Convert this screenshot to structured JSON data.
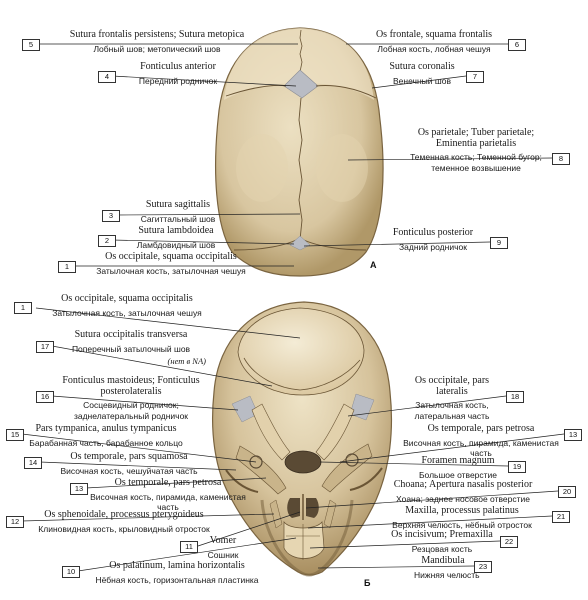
{
  "panels": {
    "top": "А",
    "bottom": "Б"
  },
  "labels": [
    {
      "num": "5",
      "la": "Sutura frontalis persistens; Sutura metopica",
      "ru": "Лобный шов; метопический шов"
    },
    {
      "num": "6",
      "la": "Os frontale, squama frontalis",
      "ru": "Лобная кость, лобная чешуя"
    },
    {
      "num": "4",
      "la": "Fonticulus anterior",
      "ru": "Передний родничок"
    },
    {
      "num": "7",
      "la": "Sutura coronalis",
      "ru": "Венечный шов"
    },
    {
      "num": "8",
      "la": "Os parietale; Tuber parietale; Eminentia parietalis",
      "ru": "Теменная кость; Теменной бугор; теменное возвышение"
    },
    {
      "num": "3",
      "la": "Sutura sagittalis",
      "ru": "Сагиттальный шов"
    },
    {
      "num": "2",
      "la": "Sutura lambdoidea",
      "ru": "Ламбдовидный шов"
    },
    {
      "num": "9",
      "la": "Fonticulus posterior",
      "ru": "Задний родничок"
    },
    {
      "num": "1",
      "la": "Os occipitale, squama occipitalis",
      "ru": "Затылочная кость, затылочная чешуя"
    },
    {
      "num": "1",
      "la": "Os occipitale, squama occipitalis",
      "ru": "Затылочная кость, затылочная чешуя"
    },
    {
      "num": "17",
      "la": "Sutura occipitalis transversa",
      "ru": "Поперечный затылочный шов",
      "note": "(нет в NA)"
    },
    {
      "num": "16",
      "la": "Fonticulus mastoideus; Fonticulus posterolateralis",
      "ru": "Сосцевидный родничок; заднелатеральный родничок"
    },
    {
      "num": "18",
      "la": "Os occipitale, pars lateralis",
      "ru": "Затылочная кость, латеральная часть"
    },
    {
      "num": "15",
      "la": "Pars tympanica, anulus tympanicus",
      "ru": "Барабанная часть, барабанное кольцо"
    },
    {
      "num": "13",
      "la": "Os temporale, pars petrosa",
      "ru": "Височная кость, пирамида, каменистая часть"
    },
    {
      "num": "14",
      "la": "Os temporale, pars squamosa",
      "ru": "Височная кость, чешуйчатая часть"
    },
    {
      "num": "19",
      "la": "Foramen magnum",
      "ru": "Большое отверстие"
    },
    {
      "num": "13",
      "la": "Os temporale, pars petrosa",
      "ru": "Височная кость, пирамида, каменистая часть"
    },
    {
      "num": "20",
      "la": "Choana; Apertura nasalis posterior",
      "ru": "Хоана; заднее носовое отверстие"
    },
    {
      "num": "12",
      "la": "Os sphenoidale, processus pterygoideus",
      "ru": "Клиновидная кость, крыловидный отросток"
    },
    {
      "num": "21",
      "la": "Maxilla, processus palatinus",
      "ru": "Верхняя челюсть, нёбный отросток"
    },
    {
      "num": "11",
      "la": "Vomer",
      "ru": "Сошник"
    },
    {
      "num": "22",
      "la": "Os incisivum; Premaxilla",
      "ru": "Резцовая кость"
    },
    {
      "num": "23",
      "la": "Mandibula",
      "ru": "Нижняя челюсть"
    },
    {
      "num": "10",
      "la": "Os palatinum, lamina horizontalis",
      "ru": "Нёбная кость, горизонтальная пластинка"
    }
  ],
  "colors": {
    "bone": "#d8c6a0",
    "bone_dark": "#b09868",
    "bone_light": "#ece0c2",
    "fontanelle": "#b9bcc4",
    "line": "#222222",
    "foramen": "#5a4a34"
  }
}
